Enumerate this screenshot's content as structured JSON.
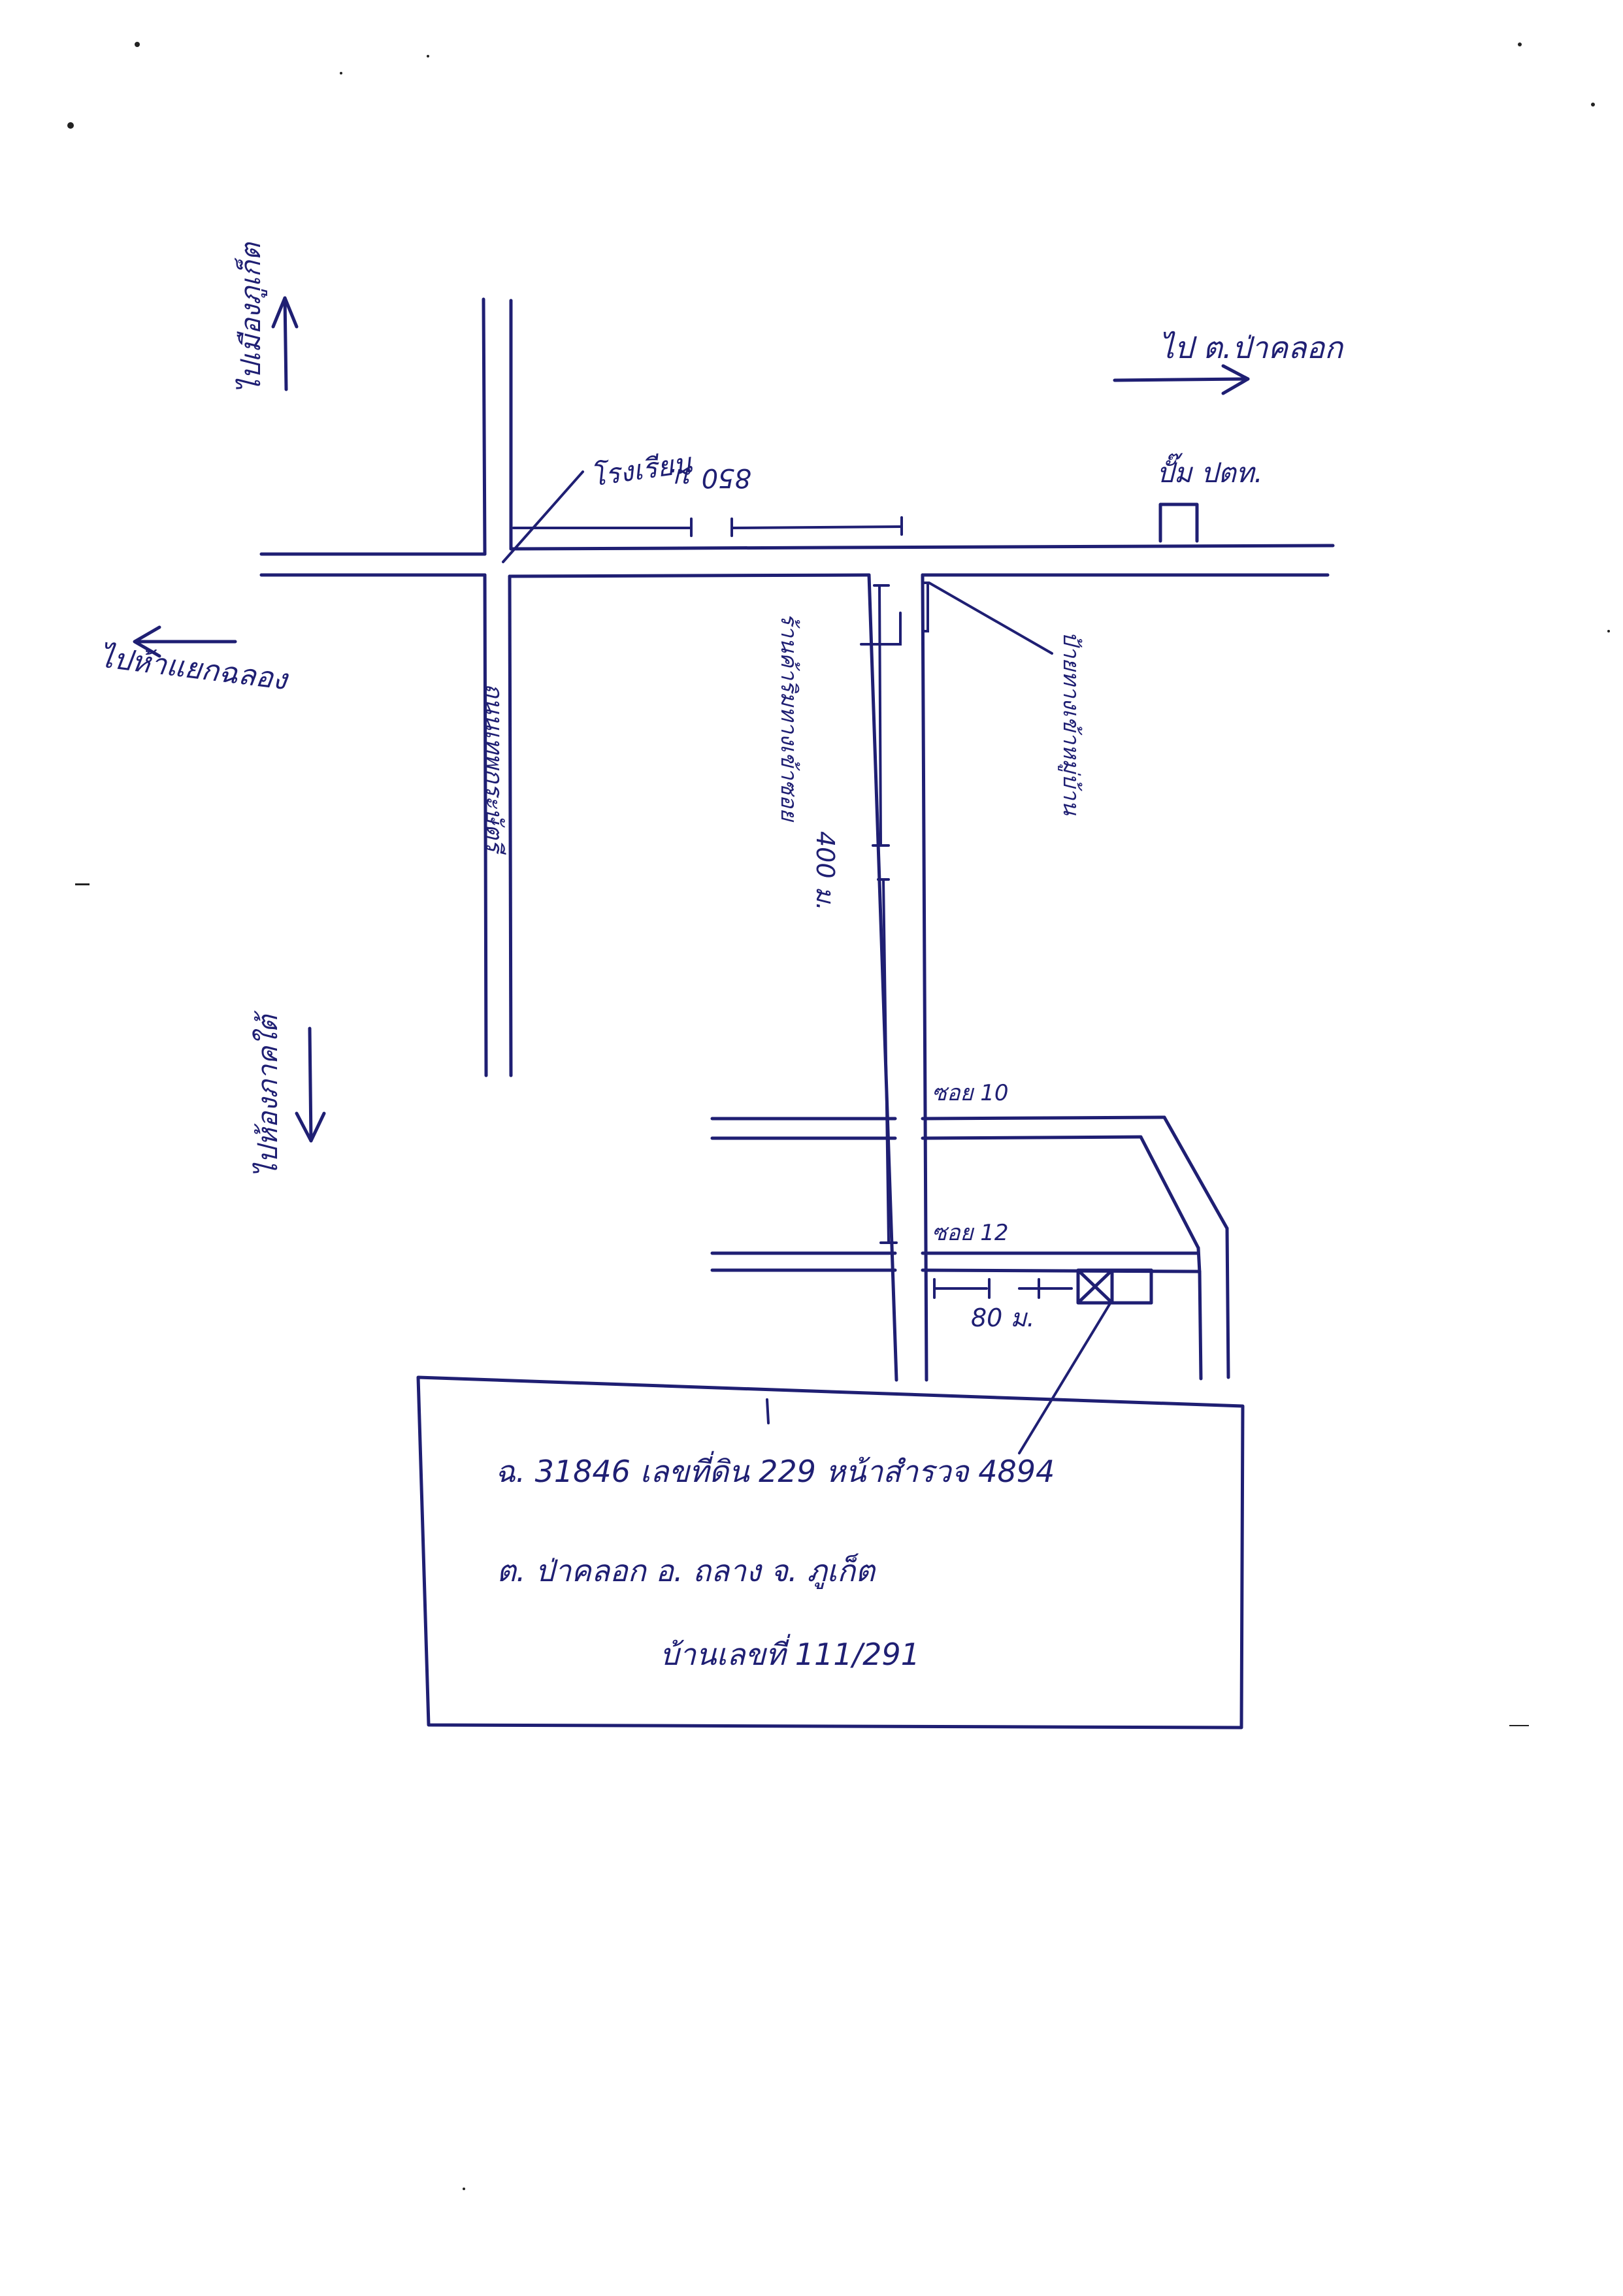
{
  "directions": {
    "north": "ไปเมืองภูเก็ต",
    "west": "ไปห้าแยกฉลอง",
    "south": "ไปห้องภาคใต้",
    "east": "ไป ต.ป่าคลอก"
  },
  "landmarks": {
    "school": "โรงเรียน",
    "gas_station": "ปั๊ม ปตท.",
    "main_road": "ถนนเทพกระษัตรี",
    "soi_entrance_right": "ร้านค้าริมทางเข้าซอย",
    "soi_entrance_left": "ป้ายทางเข้าหมู่บ้าน"
  },
  "distances": {
    "to_school": "850 ม.",
    "along_soi": "400 ม.",
    "to_house": "80 ม."
  },
  "sois": {
    "soi_10": "ซอย 10",
    "soi_12": "ซอย 12"
  },
  "address_box": {
    "line1": "ฉ. 31846 เลขที่ดิน 229 หน้าสำรวจ 4894",
    "line2": "ต. ป่าคลอก อ. ถลาง จ. ภูเก็ต",
    "line3": "บ้านเลขที่ 111/291"
  },
  "ink_color": "#1f1f73"
}
